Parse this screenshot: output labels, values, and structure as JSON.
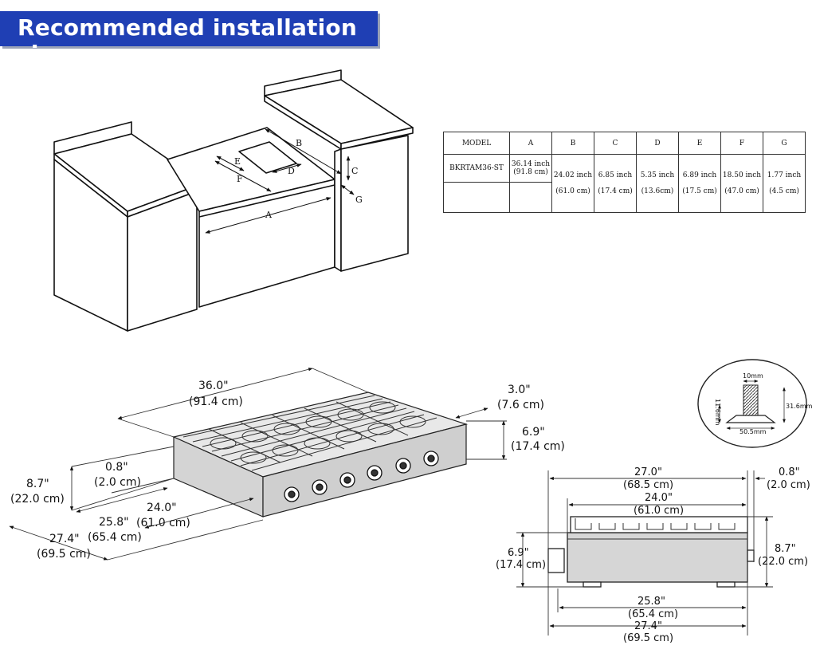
{
  "title": "Recommended installation size",
  "cutout_diagram": {
    "labels": [
      "A",
      "B",
      "C",
      "D",
      "E",
      "F",
      "G"
    ]
  },
  "spec_table": {
    "headers": [
      "MODEL",
      "A",
      "B",
      "C",
      "D",
      "E",
      "F",
      "G"
    ],
    "row_model": "BKRTAM36-ST",
    "inches": [
      "36.14 inch",
      "24.02 inch",
      "6.85 inch",
      "5.35 inch",
      "6.89 inch",
      "18.50 inch",
      "1.77 inch"
    ],
    "cm": [
      "(91.8 cm)",
      "(61.0  cm)",
      "(17.4 cm)",
      "(13.6cm)",
      "(17.5  cm)",
      "(47.0  cm)",
      "(4.5 cm)"
    ]
  },
  "iso_dims": {
    "width_in": "36.0\"",
    "width_cm": "(91.4 cm)",
    "back_in": "3.0\"",
    "back_cm": "(7.6 cm)",
    "grate_in": "6.9\"",
    "grate_cm": "(17.4 cm)",
    "top_in": "0.8\"",
    "top_cm": "(2.0 cm)",
    "height_in": "8.7\"",
    "height_cm": "(22.0 cm)",
    "d24_in": "24.0\"",
    "d24_cm": "(61.0 cm)",
    "d258_in": "25.8\"",
    "d258_cm": "(65.4 cm)",
    "d274_in": "27.4\"",
    "d274_cm": "(69.5 cm)"
  },
  "foot_detail": {
    "top": "10mm",
    "height": "31.6mm",
    "side": "11.6mm",
    "base": "50.5mm"
  },
  "side_dims": {
    "w27_in": "27.0\"",
    "w27_cm": "(68.5 cm)",
    "t08_in": "0.8\"",
    "t08_cm": "(2.0 cm)",
    "w24_in": "24.0\"",
    "w24_cm": "(61.0 cm)",
    "g69_in": "6.9\"",
    "g69_cm": "(17.4 cm)",
    "h87_in": "8.7\"",
    "h87_cm": "(22.0 cm)",
    "b258_in": "25.8\"",
    "b258_cm": "(65.4 cm)",
    "b274_in": "27.4\"",
    "b274_cm": "(69.5 cm)"
  }
}
